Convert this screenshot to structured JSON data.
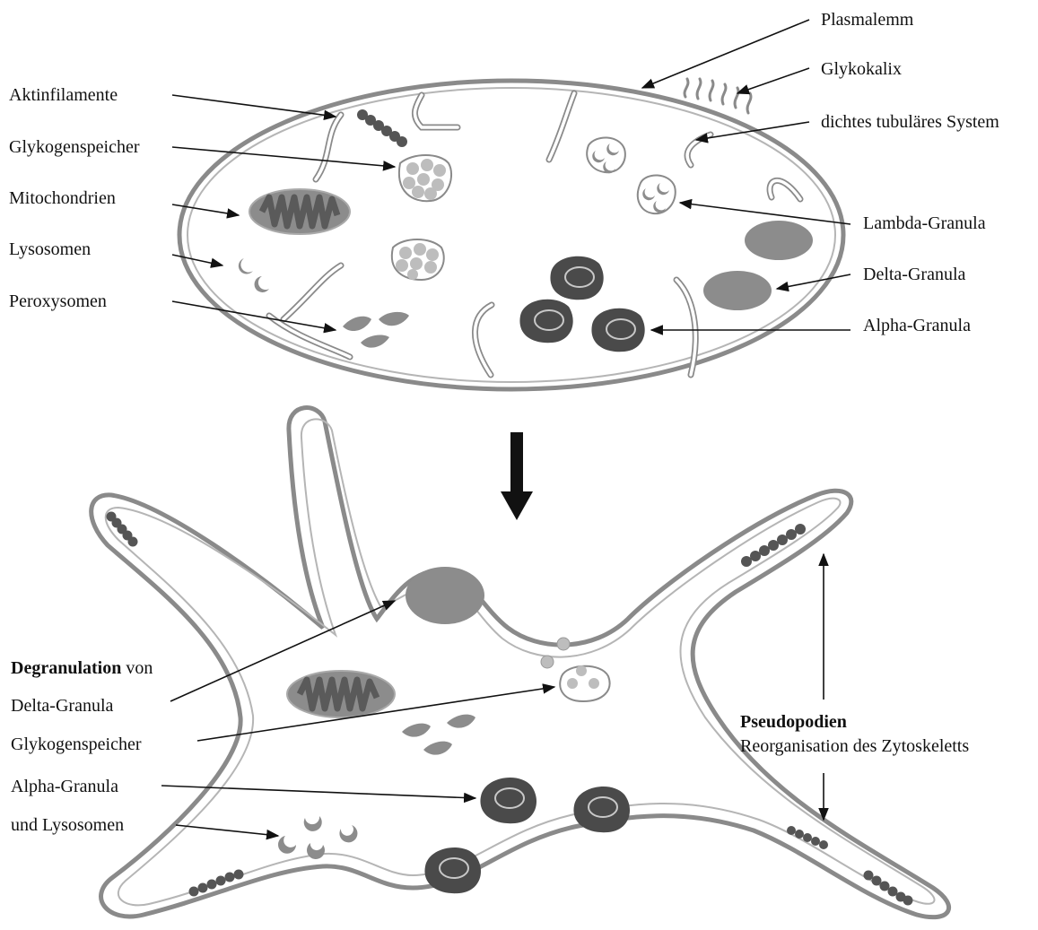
{
  "top_labels_left": {
    "aktinfilamente": "Aktinfilamente",
    "glykogenspeicher": "Glykogenspeicher",
    "mitochondrien": "Mitochondrien",
    "lysosomen": "Lysosomen",
    "peroxysomen": "Peroxysomen"
  },
  "top_labels_right": {
    "plasmalemm": "Plasmalemm",
    "glykokalix": "Glykokalix",
    "tubular_system": "dichtes tubuläres System",
    "lambda_granula": "Lambda-Granula",
    "delta_granula": "Delta-Granula",
    "alpha_granula": "Alpha-Granula"
  },
  "bottom_labels": {
    "degranulation_bold": "Degranulation",
    "degranulation_rest": " von",
    "delta_granula": "Delta-Granula",
    "glykogenspeicher": "Glykogenspeicher",
    "alpha_granula": "Alpha-Granula",
    "und_lysosomen": "und Lysosomen",
    "pseudopodien": "Pseudopodien",
    "reorganisation": "Reorganisation des Zytoskeletts"
  },
  "colors": {
    "membrane": "#8a8a8a",
    "organelle_gray": "#8c8c8c",
    "granule_dark": "#4a4a4a",
    "mito_dark": "#5a5a5a",
    "glycogen_light": "#bdbdbd",
    "text": "#111111"
  }
}
